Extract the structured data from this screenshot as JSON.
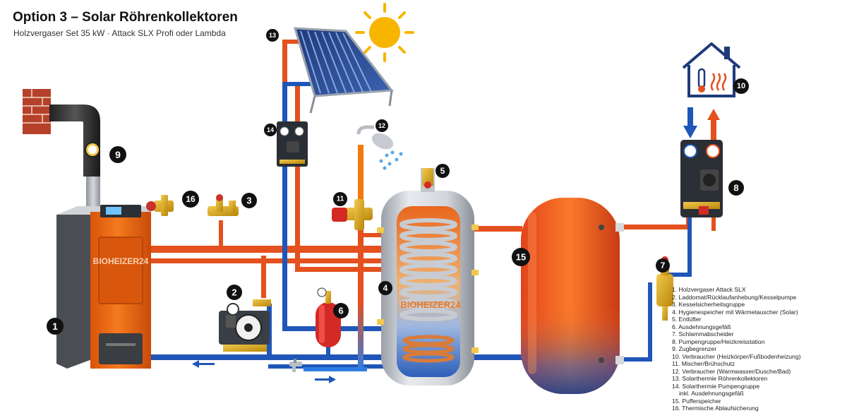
{
  "header": {
    "title": "Option 3 – Solar Röhrenkollektoren",
    "subtitle": "Holzvergaser Set 35 kW · Attack SLX Profi oder Lambda"
  },
  "brand": {
    "boiler_logo": "BIOHEIZER24",
    "tank_logo": "BIOHEIZER24"
  },
  "colors": {
    "hot_pipe": "#e4501e",
    "cold_pipe": "#1f56b8",
    "boiler_orange": "#ee6a12",
    "buffer_orange": "#ef5c1c",
    "badge": "#111111"
  },
  "markers": [
    {
      "id": "1",
      "component": "Holzvergaser Attack SLX"
    },
    {
      "id": "2",
      "component": "Laddomat/Rücklaufanhebung/Kesselpumpe"
    },
    {
      "id": "3",
      "component": "Kesselsicherheitsgruppe"
    },
    {
      "id": "4",
      "component": "Hygienespeicher mit Wärmetauscher (Solar)"
    },
    {
      "id": "5",
      "component": "Entlüfter"
    },
    {
      "id": "6",
      "component": "Ausdehnungsgefäß"
    },
    {
      "id": "7",
      "component": "Schlammabscheider"
    },
    {
      "id": "8",
      "component": "Pumpengruppe/Heizkreisstation"
    },
    {
      "id": "9",
      "component": "Zugbegrenzer"
    },
    {
      "id": "10",
      "component": "Verbraucher (Heizkörper/Fußbodenheizung)"
    },
    {
      "id": "11",
      "component": "Mischer/Brühschutz"
    },
    {
      "id": "12",
      "component": "Verbraucher (Warmwasser/Dusche/Bad)"
    },
    {
      "id": "13",
      "component": "Solarthermie Röhrenkollektoren"
    },
    {
      "id": "14",
      "component": "Solarthermie Pumpengruppe inkl. Ausdehnungsgefäß"
    },
    {
      "id": "15",
      "component": "Pufferspeicher"
    },
    {
      "id": "16",
      "component": "Thermische Ablaufsicherung"
    }
  ],
  "legend": [
    {
      "text": "1. Holzvergaser Attack SLX"
    },
    {
      "text": "2. Laddomat/Rücklaufanhebung/Kesselpumpe"
    },
    {
      "text": "3. Kesselsicherheitsgruppe"
    },
    {
      "text": "4. Hygienespeicher mit Wärmetauscher (Solar)"
    },
    {
      "text": "5. Entlüfter"
    },
    {
      "text": "6. Ausdehnungsgefäß"
    },
    {
      "text": "7. Schlammabscheider"
    },
    {
      "text": "8. Pumpengruppe/Heizkreisstation"
    },
    {
      "text": "9. Zugbegrenzer"
    },
    {
      "text": "10. Verbraucher (Heizkörper/Fußbodenheizung)"
    },
    {
      "text": "11. Mischer/Brühschutz"
    },
    {
      "text": "12. Verbraucher (Warmwasser/Dusche/Bad)"
    },
    {
      "text": "13. Solarthermie Röhrenkollektoren"
    },
    {
      "text": "14. Solarthermie Pumpengruppe"
    },
    {
      "text": "inkl. Ausdehnungsgefäß",
      "sub": true
    },
    {
      "text": "15. Pufferspeicher"
    },
    {
      "text": "16. Thermische Ablaufsicherung"
    }
  ]
}
